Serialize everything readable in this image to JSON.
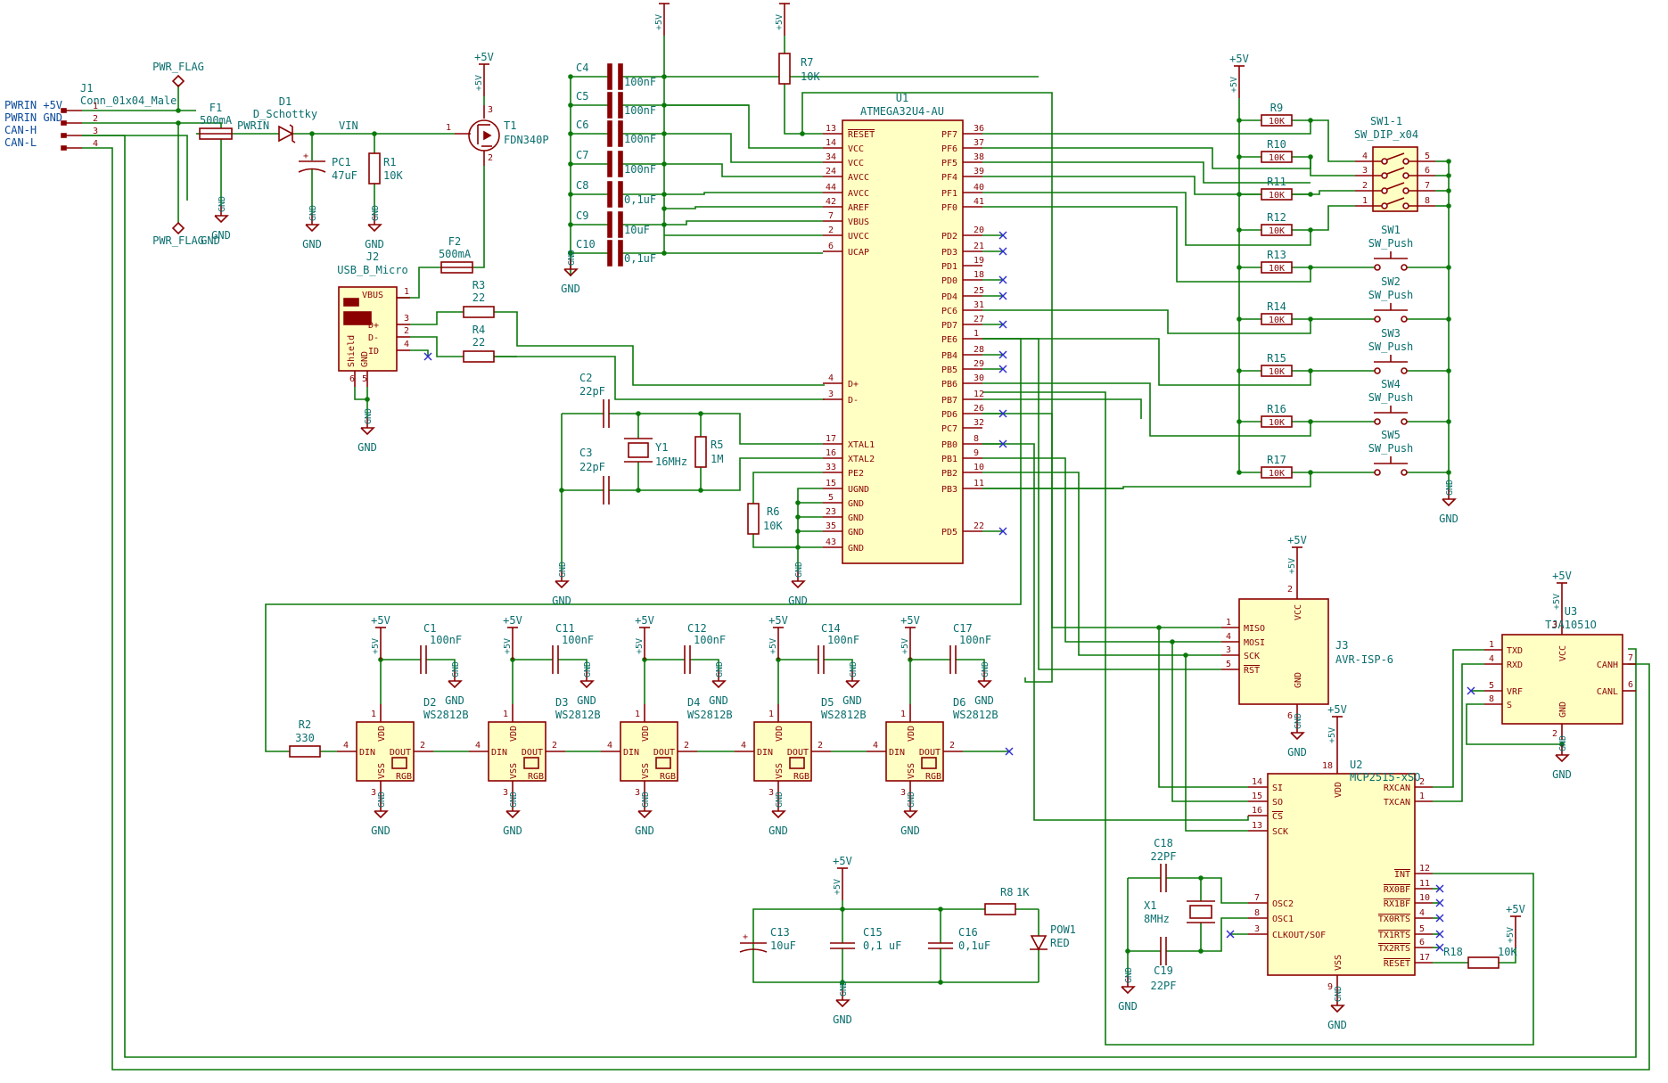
{
  "power_labels": {
    "p5v": "+5V",
    "gnd": "GND",
    "pwr_flag": "PWR_FLAG"
  },
  "nets": {
    "pwrin_5v": "PWRIN +5V",
    "pwrin_gnd": "PWRIN GND",
    "can_h": "CAN-H",
    "can_l": "CAN-L",
    "pwrin": "PWRIN",
    "vin": "VIN"
  },
  "parts": {
    "J1": {
      "ref": "J1",
      "val": "Conn_01x04_Male"
    },
    "F1": {
      "ref": "F1",
      "val": "500mA"
    },
    "D1": {
      "ref": "D1",
      "val": "D_Schottky"
    },
    "PC1": {
      "ref": "PC1",
      "val": "47uF"
    },
    "R1": {
      "ref": "R1",
      "val": "10K"
    },
    "T1": {
      "ref": "T1",
      "val": "FDN340P"
    },
    "F2": {
      "ref": "F2",
      "val": "500mA"
    },
    "J2": {
      "ref": "J2",
      "val": "USB_B_Micro"
    },
    "R3": {
      "ref": "R3",
      "val": "22"
    },
    "R4": {
      "ref": "R4",
      "val": "22"
    },
    "C2": {
      "ref": "C2",
      "val": "22pF"
    },
    "C3": {
      "ref": "C3",
      "val": "22pF"
    },
    "Y1": {
      "ref": "Y1",
      "val": "16MHz"
    },
    "R5": {
      "ref": "R5",
      "val": "1M"
    },
    "R6": {
      "ref": "R6",
      "val": "10K"
    },
    "R7": {
      "ref": "R7",
      "val": "10K"
    },
    "C4": {
      "ref": "C4",
      "val": "100nF"
    },
    "C5": {
      "ref": "C5",
      "val": "100nF"
    },
    "C6": {
      "ref": "C6",
      "val": "100nF"
    },
    "C7": {
      "ref": "C7",
      "val": "100nF"
    },
    "C8": {
      "ref": "C8",
      "val": "0,1uF"
    },
    "C9": {
      "ref": "C9",
      "val": "10uF"
    },
    "C10": {
      "ref": "C10",
      "val": "0,1uF"
    },
    "U1": {
      "ref": "U1",
      "val": "ATMEGA32U4-AU"
    },
    "R9": {
      "ref": "R9",
      "val": "10K"
    },
    "R10": {
      "ref": "R10",
      "val": "10K"
    },
    "R11": {
      "ref": "R11",
      "val": "10K"
    },
    "R12": {
      "ref": "R12",
      "val": "10K"
    },
    "R13": {
      "ref": "R13",
      "val": "10K"
    },
    "R14": {
      "ref": "R14",
      "val": "10K"
    },
    "R15": {
      "ref": "R15",
      "val": "10K"
    },
    "R16": {
      "ref": "R16",
      "val": "10K"
    },
    "R17": {
      "ref": "R17",
      "val": "10K"
    },
    "SW1_1": {
      "ref": "SW1-1",
      "val": "SW_DIP_x04"
    },
    "SW1": {
      "ref": "SW1",
      "val": "SW_Push"
    },
    "SW2": {
      "ref": "SW2",
      "val": "SW_Push"
    },
    "SW3": {
      "ref": "SW3",
      "val": "SW_Push"
    },
    "SW4": {
      "ref": "SW4",
      "val": "SW_Push"
    },
    "SW5": {
      "ref": "SW5",
      "val": "SW_Push"
    },
    "J3": {
      "ref": "J3",
      "val": "AVR-ISP-6"
    },
    "U3": {
      "ref": "U3",
      "val": "TJA1051O"
    },
    "U2": {
      "ref": "U2",
      "val": "MCP2515-xSO"
    },
    "R2": {
      "ref": "R2",
      "val": "330"
    },
    "D2": {
      "ref": "D2",
      "val": "WS2812B"
    },
    "D3": {
      "ref": "D3",
      "val": "WS2812B"
    },
    "D4": {
      "ref": "D4",
      "val": "WS2812B"
    },
    "D5": {
      "ref": "D5",
      "val": "WS2812B"
    },
    "D6": {
      "ref": "D6",
      "val": "WS2812B"
    },
    "C1": {
      "ref": "C1",
      "val": "100nF"
    },
    "C11": {
      "ref": "C11",
      "val": "100nF"
    },
    "C12": {
      "ref": "C12",
      "val": "100nF"
    },
    "C14": {
      "ref": "C14",
      "val": "100nF"
    },
    "C17": {
      "ref": "C17",
      "val": "100nF"
    },
    "C13": {
      "ref": "C13",
      "val": "10uF"
    },
    "C15": {
      "ref": "C15",
      "val": "0,1 uF"
    },
    "C16": {
      "ref": "C16",
      "val": "0,1uF"
    },
    "R8": {
      "ref": "R8",
      "val": "1K"
    },
    "POW1": {
      "ref": "POW1",
      "val": "RED"
    },
    "C18": {
      "ref": "C18",
      "val": "22PF"
    },
    "C19": {
      "ref": "C19",
      "val": "22PF"
    },
    "X1": {
      "ref": "X1",
      "val": "8MHz"
    },
    "R18": {
      "ref": "R18",
      "val": "10K"
    }
  },
  "u1_left": [
    {
      "num": "13",
      "name": "RESET"
    },
    {
      "num": "14",
      "name": "VCC"
    },
    {
      "num": "34",
      "name": "VCC"
    },
    {
      "num": "24",
      "name": "AVCC"
    },
    {
      "num": "44",
      "name": "AVCC"
    },
    {
      "num": "42",
      "name": "AREF"
    },
    {
      "num": "7",
      "name": "VBUS"
    },
    {
      "num": "2",
      "name": "UVCC"
    },
    {
      "num": "6",
      "name": "UCAP"
    },
    {
      "num": "4",
      "name": "D+"
    },
    {
      "num": "3",
      "name": "D-"
    },
    {
      "num": "17",
      "name": "XTAL1"
    },
    {
      "num": "16",
      "name": "XTAL2"
    },
    {
      "num": "33",
      "name": "PE2"
    },
    {
      "num": "15",
      "name": "UGND"
    },
    {
      "num": "5",
      "name": "GND"
    },
    {
      "num": "23",
      "name": "GND"
    },
    {
      "num": "35",
      "name": "GND"
    },
    {
      "num": "43",
      "name": "GND"
    }
  ],
  "u1_right": [
    {
      "num": "36",
      "name": "PF7"
    },
    {
      "num": "37",
      "name": "PF6"
    },
    {
      "num": "38",
      "name": "PF5"
    },
    {
      "num": "39",
      "name": "PF4"
    },
    {
      "num": "40",
      "name": "PF1"
    },
    {
      "num": "41",
      "name": "PF0"
    },
    {
      "num": "20",
      "name": "PD2"
    },
    {
      "num": "21",
      "name": "PD3"
    },
    {
      "num": "19",
      "name": "PD1"
    },
    {
      "num": "18",
      "name": "PD0"
    },
    {
      "num": "25",
      "name": "PD4"
    },
    {
      "num": "31",
      "name": "PC6"
    },
    {
      "num": "27",
      "name": "PD7"
    },
    {
      "num": "1",
      "name": "PE6"
    },
    {
      "num": "28",
      "name": "PB4"
    },
    {
      "num": "29",
      "name": "PB5"
    },
    {
      "num": "30",
      "name": "PB6"
    },
    {
      "num": "12",
      "name": "PB7"
    },
    {
      "num": "26",
      "name": "PD6"
    },
    {
      "num": "32",
      "name": "PC7"
    },
    {
      "num": "8",
      "name": "PB0"
    },
    {
      "num": "9",
      "name": "PB1"
    },
    {
      "num": "10",
      "name": "PB2"
    },
    {
      "num": "11",
      "name": "PB3"
    },
    {
      "num": "22",
      "name": "PD5"
    }
  ],
  "j1_pins": [
    "1",
    "2",
    "3",
    "4"
  ],
  "j2_pins": [
    {
      "num": "1",
      "name": "VBUS"
    },
    {
      "num": "3",
      "name": "D+"
    },
    {
      "num": "2",
      "name": "D-"
    },
    {
      "num": "4",
      "name": "ID"
    },
    {
      "num": "6",
      "name": "Shield"
    },
    {
      "num": "5",
      "name": "GND"
    }
  ],
  "j3_pins": [
    {
      "num": "1",
      "name": "MISO"
    },
    {
      "num": "4",
      "name": "MOSI"
    },
    {
      "num": "3",
      "name": "SCK"
    },
    {
      "num": "5",
      "name": "RST"
    },
    {
      "num": "2",
      "name": "VCC"
    },
    {
      "num": "6",
      "name": "GND"
    }
  ],
  "u2_left": [
    {
      "num": "14",
      "name": "SI"
    },
    {
      "num": "15",
      "name": "SO"
    },
    {
      "num": "16",
      "name": "CS"
    },
    {
      "num": "13",
      "name": "SCK"
    },
    {
      "num": "7",
      "name": "OSC2"
    },
    {
      "num": "8",
      "name": "OSC1"
    },
    {
      "num": "3",
      "name": "CLKOUT/SOF"
    }
  ],
  "u2_right": [
    {
      "num": "2",
      "name": "RXCAN"
    },
    {
      "num": "1",
      "name": "TXCAN"
    },
    {
      "num": "12",
      "name": "INT"
    },
    {
      "num": "11",
      "name": "RX0BF"
    },
    {
      "num": "10",
      "name": "RX1BF"
    },
    {
      "num": "4",
      "name": "TX0RTS"
    },
    {
      "num": "5",
      "name": "TX1RTS"
    },
    {
      "num": "6",
      "name": "TX2RTS"
    },
    {
      "num": "17",
      "name": "RESET"
    }
  ],
  "u2_power": [
    {
      "num": "18",
      "name": "VDD"
    },
    {
      "num": "9",
      "name": "VSS"
    }
  ],
  "u3_left": [
    {
      "num": "1",
      "name": "TXD"
    },
    {
      "num": "4",
      "name": "RXD"
    },
    {
      "num": "5",
      "name": "VRF"
    },
    {
      "num": "8",
      "name": "S"
    }
  ],
  "u3_right": [
    {
      "num": "7",
      "name": "CANH"
    },
    {
      "num": "6",
      "name": "CANL"
    }
  ],
  "u3_power": [
    {
      "num": "3",
      "name": "VCC"
    },
    {
      "num": "2",
      "name": "GND"
    }
  ],
  "sw_dip_pins": [
    "4",
    "3",
    "2",
    "1",
    "5",
    "6",
    "7",
    "8"
  ],
  "led_pins": [
    {
      "num": "1",
      "name": "VDD"
    },
    {
      "num": "4",
      "name": "DIN"
    },
    {
      "num": "2",
      "name": "DOUT"
    },
    {
      "num": "3",
      "name": "VSS"
    },
    {
      "num": "",
      "name": "RGB"
    }
  ],
  "misc_pins": {
    "t1": [
      "1",
      "2",
      "3"
    ],
    "numbers": [
      "1",
      "2"
    ]
  }
}
